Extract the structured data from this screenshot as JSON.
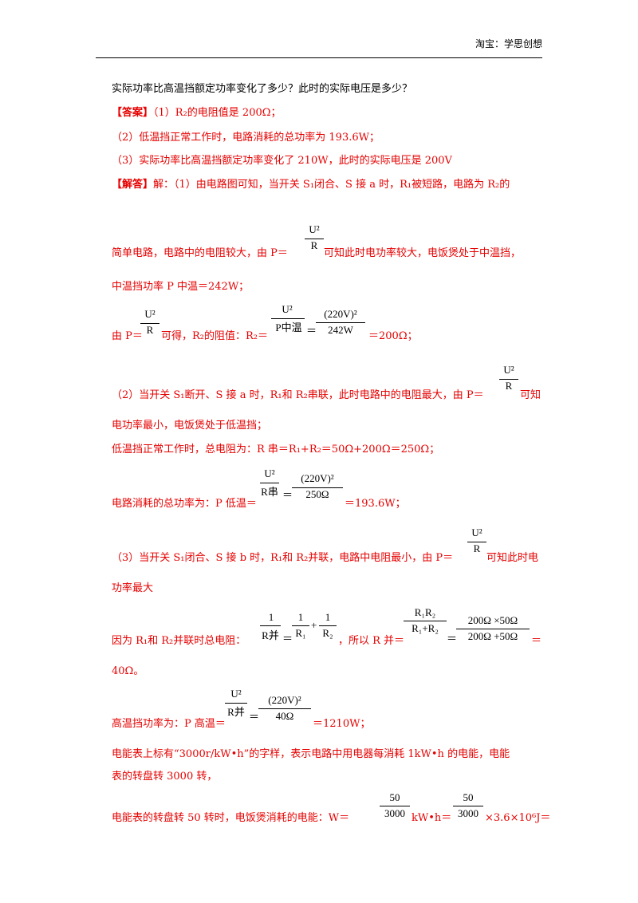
{
  "header": {
    "shop": "淘宝：学思创想"
  },
  "lines": {
    "q": "实际功率比高温挡额定功率变化了多少？此时的实际电压是多少？",
    "ans_label": "【答案】",
    "ans1": "（1）R₂的电阻值是 200Ω；",
    "ans2": "（2）低温挡正常工作时，电路消耗的总功率为 193.6W；",
    "ans3": "（3）实际功率比高温挡额定功率变化了 210W，此时的实际电压是 200V",
    "sol_label": "【解答】",
    "sol1": "解：（1）由电路图可知，当开关 S₁闭合、S 接 a 时，R₁被短路，电路为 R₂的",
    "sol2a": "简单电路，电路中的电阻较大，由 P＝",
    "sol2b": "可知此时电功率较大，电饭煲处于中温挡，",
    "sol3": "中温挡功率 P 中温＝242W；",
    "sol4a": "由 P＝",
    "sol4b": "可得，R₂的阻值：R₂＝",
    "sol4c": "＝200Ω；",
    "sol5a": "（2）当开关 S₁断开、S 接 a 时，R₁和 R₂串联，此时电路中的电阻最大，由 P＝",
    "sol5b": "可知",
    "sol6": "电功率最小，电饭煲处于低温挡；",
    "sol7": "低温挡正常工作时，总电阻为：R 串＝R₁+R₂＝50Ω+200Ω＝250Ω；",
    "sol8a": "电路消耗的总功率为：P 低温＝",
    "sol8b": "＝193.6W；",
    "sol9a": "（3）当开关 S₁闭合、S 接 b 时，R₁和 R₂并联，电路中电阻最小，由 P＝",
    "sol9b": "可知此时电",
    "sol10": "功率最大",
    "sol11a": "因为 R₁和 R₂并联时总电阻：",
    "sol11b": "，所以 R 并＝",
    "sol11c": "＝",
    "sol12": "40Ω。",
    "sol13a": "高温挡功率为：P 高温＝",
    "sol13b": "＝1210W；",
    "sol14": "电能表上标有“3000r/kW•h”的字样，表示电路中用电器每消耗 1kW•h 的电能，电能",
    "sol15": "表的转盘转 3000 转，",
    "sol16a": "电能表的转盘转 50 转时，电饭煲消耗的电能：W＝",
    "sol16b": "kW•h＝",
    "sol16c": "×3.6×10⁶J＝"
  },
  "formulas": {
    "u2": "U²",
    "r": "R",
    "p_mid": "P中温",
    "v220_sq": "(220V)²",
    "w242": "242W",
    "r_ser": "R串",
    "ohm250": "250Ω",
    "one": "1",
    "r_par": "R并",
    "r1": "R₁",
    "r2": "R₂",
    "r1r2": "R₁R₂",
    "r1_plus_r2": "R₁+R₂",
    "num_200x50": "200Ω ×50Ω",
    "den_200p50": "200Ω +50Ω",
    "ohm40": "40Ω",
    "n50": "50",
    "n3000": "3000",
    "plus": "+"
  }
}
